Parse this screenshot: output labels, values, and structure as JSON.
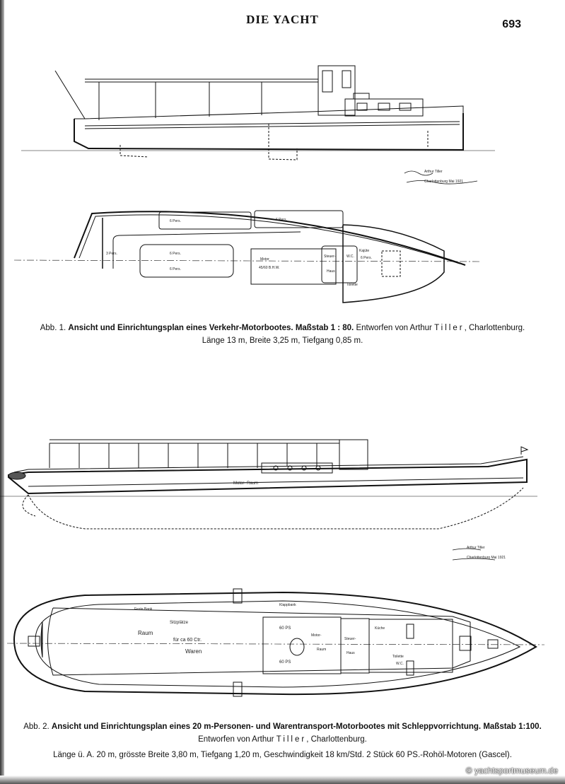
{
  "header": {
    "title": "DIE YACHT",
    "page_number": "693"
  },
  "figure1": {
    "signature": [
      "Arthur Tiller",
      "Charlottenburg Mai 1921"
    ],
    "labels": {
      "seats_a": "6 Pers.",
      "seats_b": "6 Pers.",
      "seats_c": "6 Pers.",
      "seats_d": "6 Pers.",
      "seats_stern": "3 Pers.",
      "motor": "Motor",
      "motor_power": "45/60 B.H.W.",
      "wheelhouse_1": "Steuer-",
      "wheelhouse_2": "Haus",
      "cabin_1": "Kajüte",
      "cabin_2": "6 Pers.",
      "toilet": "Toilette",
      "wc": "W.C."
    },
    "caption": {
      "prefix": "Abb. 1.",
      "title": "Ansicht und Einrichtungsplan eines Verkehr-Motorbootes.",
      "scale": "Maßstab 1 : 80.",
      "designer_pre": "Entworfen von Arthur",
      "designer_name": "Tiller",
      "designer_post": ", Charlottenburg.",
      "dimensions": "Länge 13 m, Breite 3,25 m, Tiefgang 0,85 m."
    }
  },
  "figure2": {
    "signature": [
      "Arthur Tiller",
      "Charlottenburg Mai 1921"
    ],
    "labels": {
      "motor_room": "Motor- Raum",
      "bench_1": "Feste Bank",
      "bench_2": "Klappbank",
      "seating": "Sitzplätze",
      "room": "Raum",
      "capacity": "für ca 60 Ctr.",
      "goods": "Waren",
      "engine_1": "60 PS",
      "engine_2": "60 PS",
      "motor_1": "Motor-",
      "motor_2": "Raum",
      "helm_1": "Steuer-",
      "helm_2": "Haus",
      "kitchen": "Küche",
      "toilet": "Toilette",
      "wc": "W.C."
    },
    "caption": {
      "prefix": "Abb. 2.",
      "title": "Ansicht und Einrichtungsplan eines 20 m-Personen- und Warentransport-Motorbootes mit Schleppvorrichtung.",
      "scale": "Maßstab 1:100.",
      "designer_pre": "Entworfen von Arthur",
      "designer_name": "Tiller",
      "designer_post": ", Charlottenburg.",
      "dimensions": "Länge ü. A. 20 m, grösste Breite 3,80 m, Tiefgang 1,20 m, Geschwindigkeit 18 km/Std.  2 Stück 60 PS.-Rohöl-Motoren (Gascel)."
    }
  },
  "watermark": "© yachtsportmuseum.de"
}
